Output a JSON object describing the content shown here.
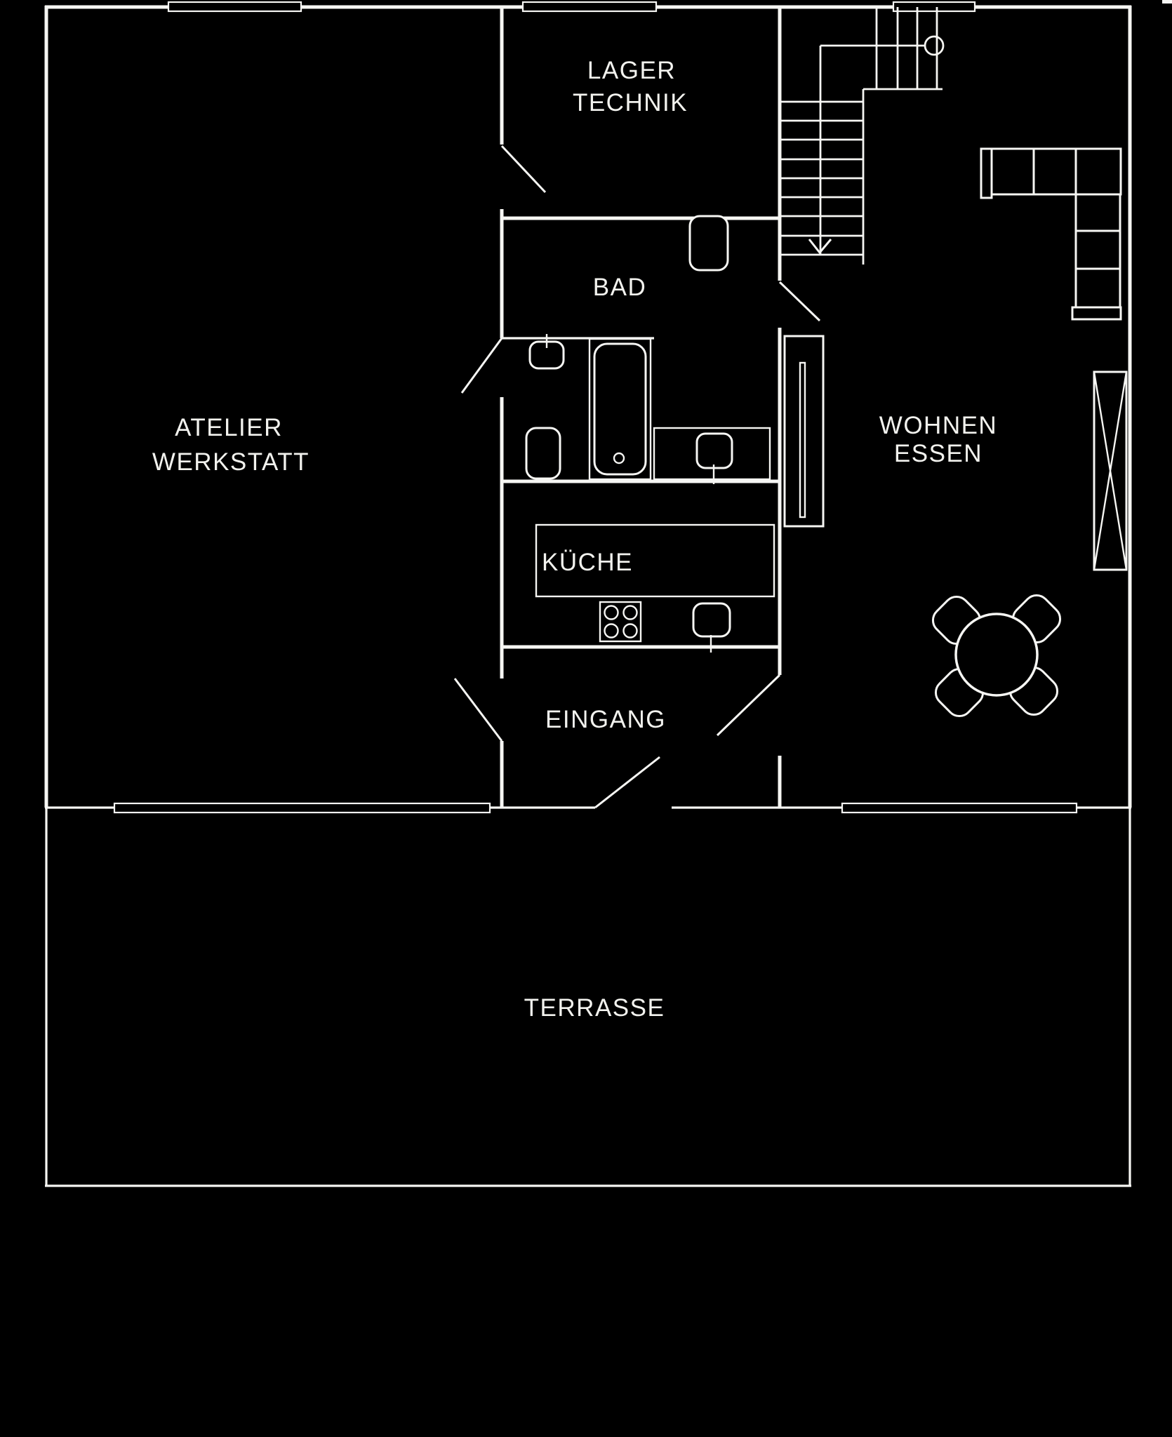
{
  "colors": {
    "background": "#000000",
    "line": "#f6f6f3",
    "label_text": "#f2f2ee"
  },
  "floorplan": {
    "type": "architectural-floor-plan",
    "rooms": [
      {
        "id": "lager-technik",
        "lines": [
          "LAGER",
          "TECHNIK"
        ]
      },
      {
        "id": "bad",
        "lines": [
          "BAD"
        ]
      },
      {
        "id": "atelier-werkstatt",
        "lines": [
          "ATELIER",
          "WERKSTATT"
        ]
      },
      {
        "id": "wohnen-essen",
        "lines": [
          "WOHNEN",
          "ESSEN"
        ]
      },
      {
        "id": "kueche",
        "lines": [
          "KÜCHE"
        ]
      },
      {
        "id": "eingang",
        "lines": [
          "EINGANG"
        ]
      },
      {
        "id": "terrasse",
        "lines": [
          "TERRASSE"
        ]
      }
    ],
    "stairs": {
      "flights": 1,
      "winder_steps": 4,
      "arrow_direction": "down"
    },
    "fixtures": [
      "toilet",
      "washbasin-small",
      "washbasin-counter",
      "bathtub",
      "shower-tray",
      "kitchen-island",
      "stove-4-burners",
      "kitchen-sink",
      "tall-cabinet",
      "x-braced-window",
      "l-shaped-sofa",
      "round-dining-table",
      "dining-chairs-x4"
    ],
    "doors": [
      "door-lager",
      "door-washroom",
      "door-stair-hall",
      "door-eingang-atelier",
      "door-entry-main",
      "door-eingang-wohnen"
    ],
    "windows": [
      "window-top-left",
      "window-top-lager",
      "window-top-right",
      "window-bottom-atelier",
      "window-bottom-wohnen"
    ]
  }
}
